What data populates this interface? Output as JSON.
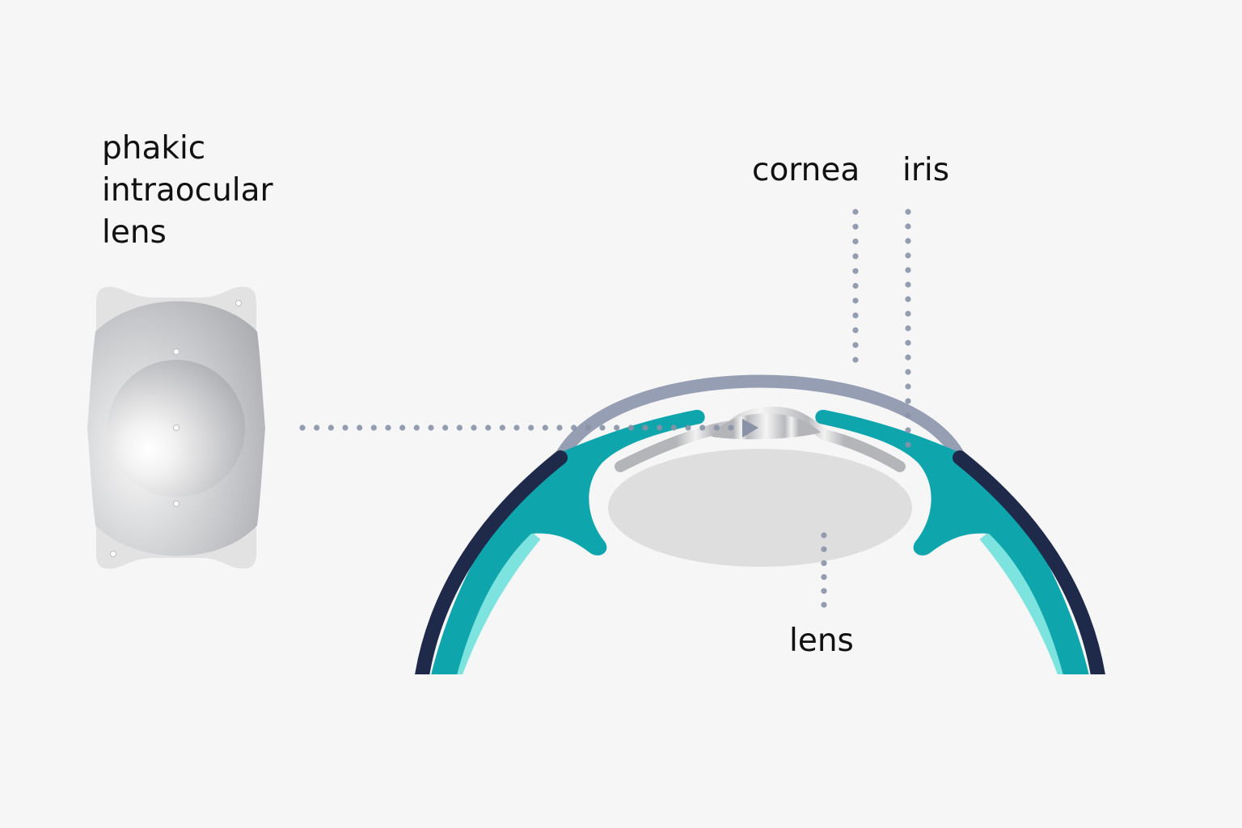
{
  "labels": {
    "implant": [
      "phakic",
      "intraocular",
      "lens"
    ],
    "cornea": "cornea",
    "iris": "iris",
    "lens": "lens"
  },
  "colors": {
    "background": "#f6f6f6",
    "cornea": "#959eb2",
    "sclera": "#1f2a4a",
    "iris_ciliary": "#0ea5ad",
    "inner_layer": "#7de3de",
    "natural_lens": "#dedede",
    "implant": "#b4b5b9",
    "leader_dots": "#8a92a7"
  }
}
